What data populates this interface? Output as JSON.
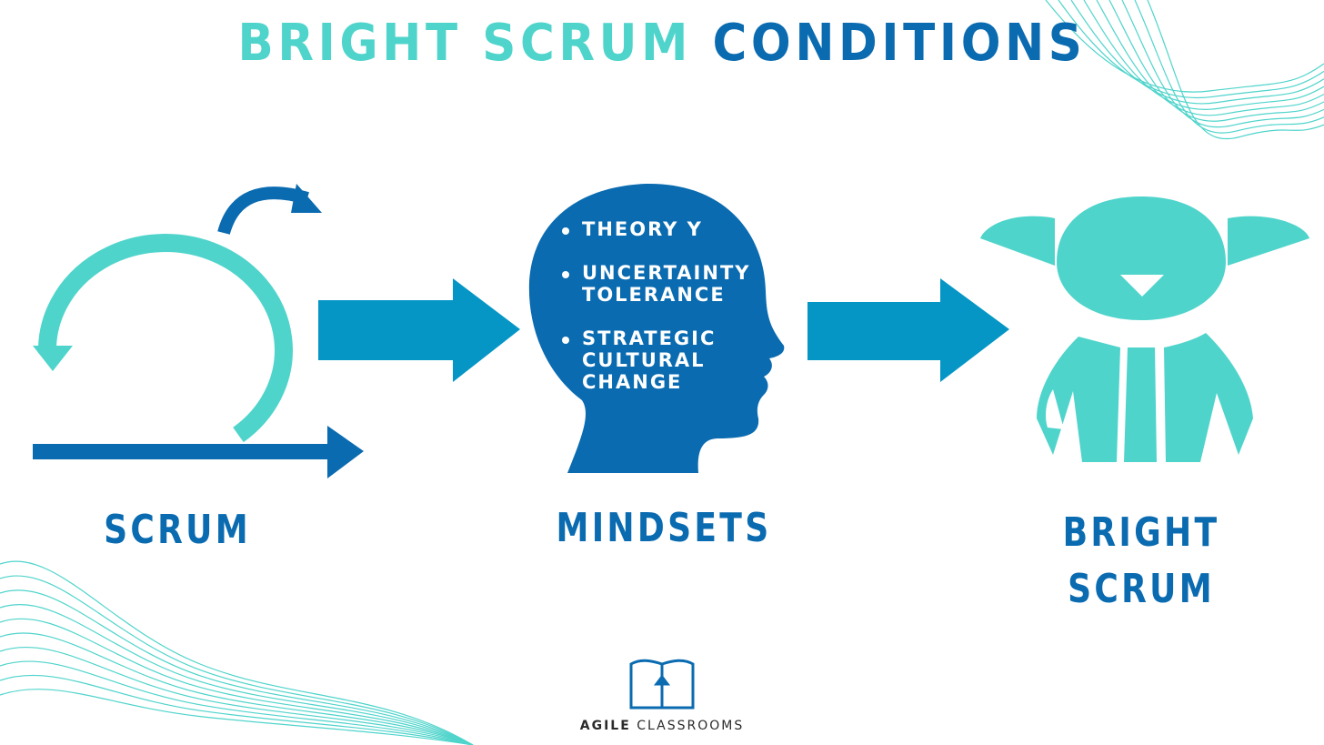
{
  "title": {
    "part1": "BRIGHT SCRUM",
    "part2": "CONDITIONS"
  },
  "labels": {
    "scrum": "SCRUM",
    "mindsets": "MINDSETS",
    "bright_line1": "BRIGHT",
    "bright_line2": "SCRUM"
  },
  "mindsets": [
    "THEORY Y",
    "UNCERTAINTY TOLERANCE",
    "STRATEGIC CULTURAL CHANGE"
  ],
  "brand": {
    "word1": "AGILE",
    "word2": "CLASSROOMS"
  },
  "icons": [
    "scrum-cycle-icon",
    "head-icon",
    "yoda-icon",
    "arrow-right-icon",
    "open-book-icon"
  ],
  "colors": {
    "teal": "#4fd4cb",
    "blue": "#0a6bb0",
    "arrow": "#0596c6"
  }
}
